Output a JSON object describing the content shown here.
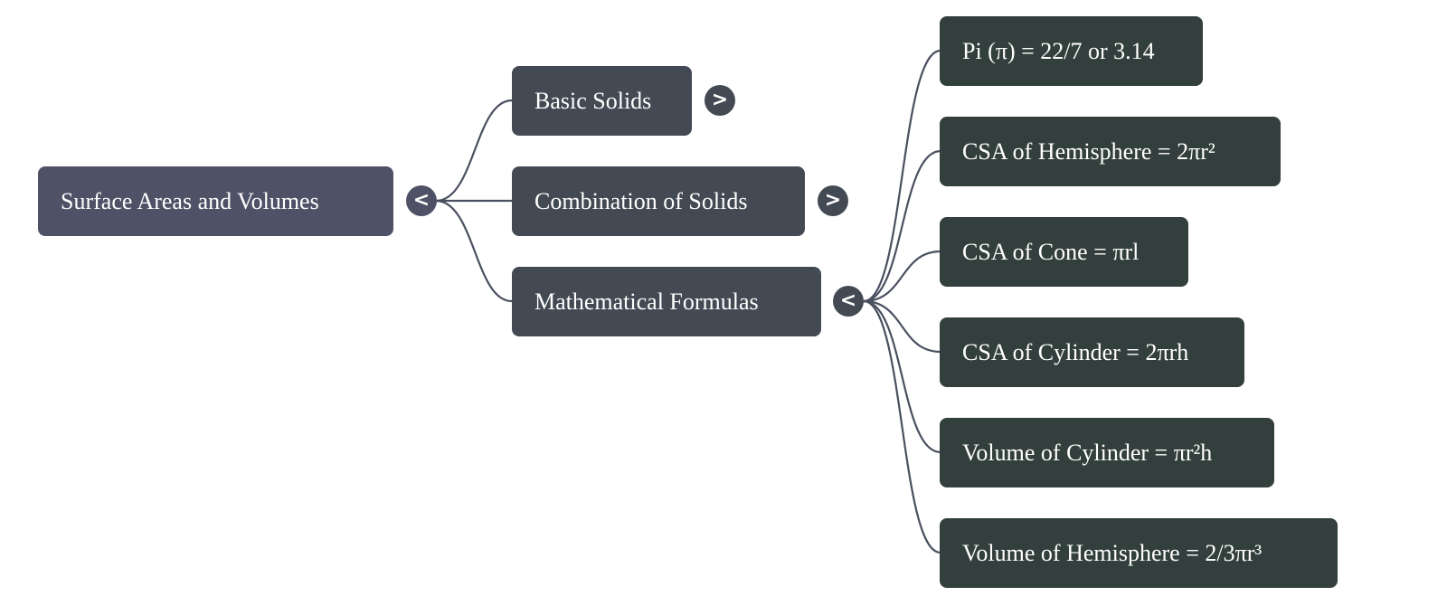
{
  "mindmap": {
    "root": {
      "label": "Surface Areas and Volumes",
      "toggle": "<",
      "expanded": true
    },
    "children": [
      {
        "label": "Basic Solids",
        "toggle": ">",
        "expanded": false
      },
      {
        "label": "Combination of Solids",
        "toggle": ">",
        "expanded": false
      },
      {
        "label": "Mathematical Formulas",
        "toggle": "<",
        "expanded": true,
        "children": [
          {
            "label": "Pi (π) = 22/7 or 3.14"
          },
          {
            "label": "CSA of Hemisphere = 2πr²"
          },
          {
            "label": "CSA of Cone = πrl"
          },
          {
            "label": "CSA of Cylinder = 2πrh"
          },
          {
            "label": "Volume of Cylinder = πr²h"
          },
          {
            "label": "Volume of Hemisphere = 2/3πr³"
          }
        ]
      }
    ]
  },
  "colors": {
    "root": "#4f5166",
    "level1": "#434a53",
    "level2": "#323f3c",
    "link": "#4a5060",
    "text": "#ffffff"
  }
}
